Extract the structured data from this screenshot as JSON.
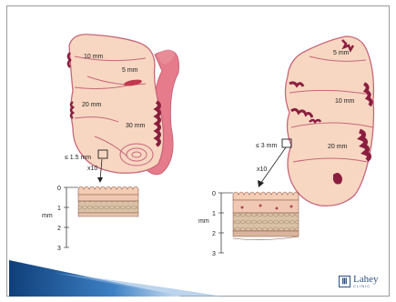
{
  "left_diagram": {
    "labels": [
      "10 mm",
      "5 mm",
      "20 mm",
      "30 mm"
    ],
    "threshold": "≤ 1.5 mm",
    "magnification": "x10",
    "axis_unit": "mm",
    "axis_ticks": [
      "0",
      "1",
      "2",
      "3"
    ]
  },
  "right_diagram": {
    "labels": [
      "5 mm",
      "10 mm",
      "20 mm"
    ],
    "threshold": "≤ 3 mm",
    "magnification": "x10",
    "axis_unit": "mm",
    "axis_ticks": [
      "0",
      "1",
      "2",
      "3"
    ]
  },
  "logo": {
    "name": "Lahey",
    "sub": "CLINIC"
  },
  "colors": {
    "tissue_fill": "#f7d7c2",
    "tissue_outline": "#c8667a",
    "lesion": "#8b1e3f",
    "muscle_layer": "#d9c2a7",
    "accent_blue": "#1f5fa8"
  }
}
